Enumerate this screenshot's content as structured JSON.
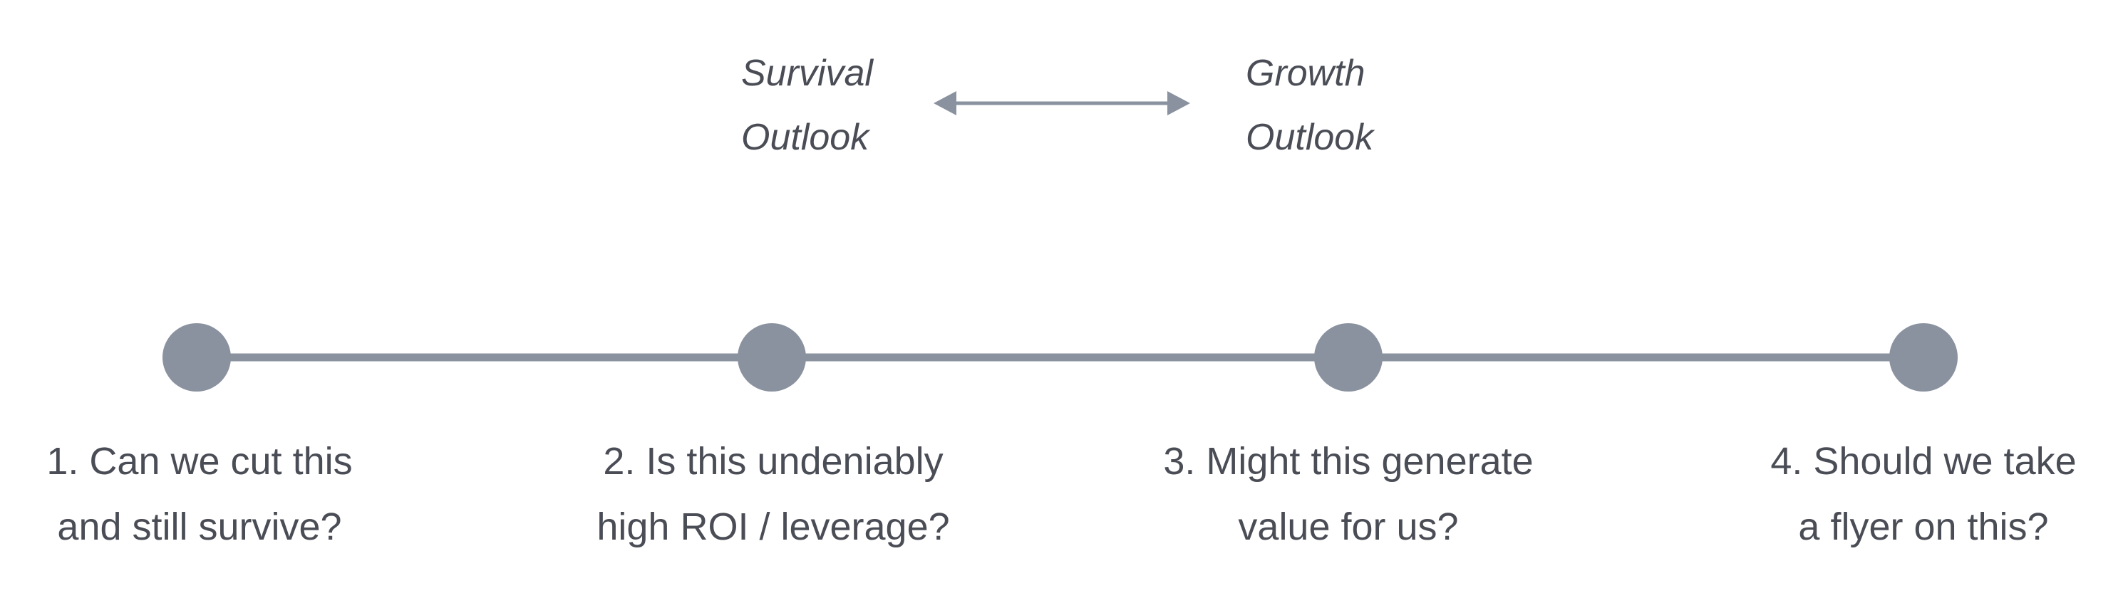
{
  "header": {
    "left_outlook": [
      "Survival",
      "Outlook"
    ],
    "right_outlook": [
      "Growth",
      "Outlook"
    ],
    "arrow_icon": "double-headed-arrow-icon"
  },
  "colors": {
    "text": "#4a4d55",
    "line": "#8a929f",
    "node": "#8a929f"
  },
  "steps": [
    {
      "lines": [
        "1. Can we cut this",
        "and still survive?"
      ]
    },
    {
      "lines": [
        "2. Is this undeniably",
        "high ROI / leverage?"
      ]
    },
    {
      "lines": [
        "3. Might this generate",
        "value for us?"
      ]
    },
    {
      "lines": [
        "4. Should we take",
        "a flyer on this?"
      ]
    }
  ]
}
